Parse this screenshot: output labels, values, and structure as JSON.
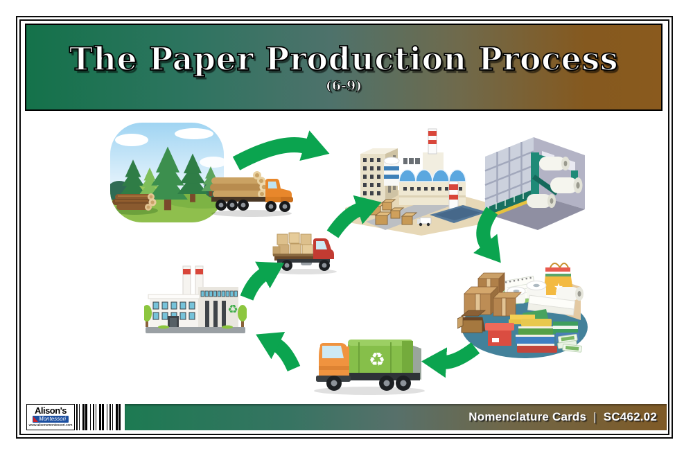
{
  "header": {
    "title": "The Paper Production Process",
    "age_range": "(6-9)"
  },
  "footer": {
    "brand": {
      "name_top": "Alison's",
      "name_bottom": "Montessori",
      "website": "www.alisonsmontessori.com"
    },
    "product_type": "Nomenclature Cards",
    "separator": "|",
    "product_code": "SC462.02"
  },
  "colors": {
    "banner_gradient_left": "#14724a",
    "banner_gradient_right": "#8a5a1e",
    "arrow_green": "#0ba44f",
    "brand_blue": "#1c4fa0",
    "brand_red": "#d42127",
    "products_base_teal": "#43819a"
  },
  "diagram": {
    "stages": [
      {
        "icon": "forest-with-logs-illustration"
      },
      {
        "icon": "logging-truck-illustration"
      },
      {
        "icon": "paper-mill-illustration"
      },
      {
        "icon": "paper-machine-illustration"
      },
      {
        "icon": "paper-products-illustration"
      },
      {
        "icon": "recycling-truck-illustration"
      },
      {
        "icon": "recycling-plant-illustration"
      },
      {
        "icon": "baled-paper-truck-illustration"
      }
    ],
    "arrows": [
      {
        "icon": "arrow-forest-to-mill-icon"
      },
      {
        "icon": "arrow-mill-to-products-icon"
      },
      {
        "icon": "arrow-products-to-recycling-truck-icon"
      },
      {
        "icon": "arrow-recycling-truck-to-plant-icon"
      },
      {
        "icon": "arrow-plant-to-bale-truck-icon"
      },
      {
        "icon": "arrow-bale-truck-to-mill-icon"
      }
    ]
  }
}
